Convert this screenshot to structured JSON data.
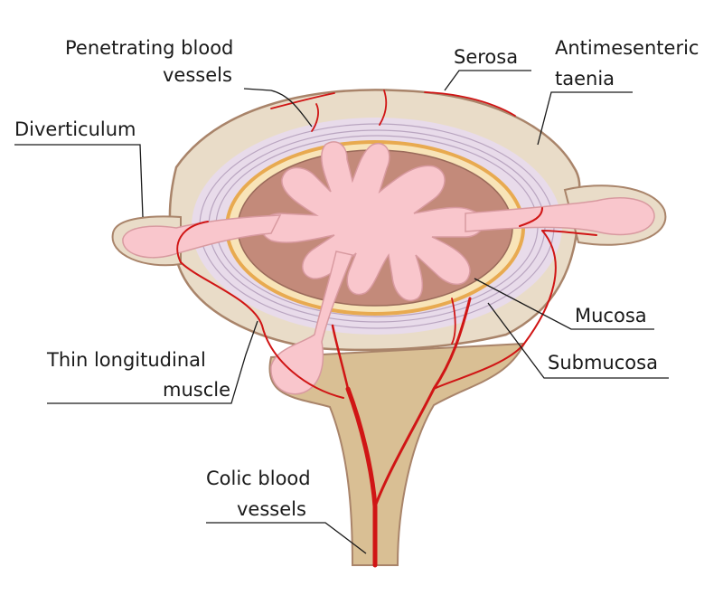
{
  "labels": {
    "penetrating_1": "Penetrating blood",
    "penetrating_2": "vessels",
    "serosa": "Serosa",
    "antimesenteric_1": "Antimesenteric",
    "antimesenteric_2": "taenia",
    "diverticulum": "Diverticulum",
    "mucosa": "Mucosa",
    "submucosa": "Submucosa",
    "thin_muscle_1": "Thin longitudinal",
    "thin_muscle_2": "muscle",
    "colic_1": "Colic blood",
    "colic_2": "vessels"
  },
  "colors": {
    "mesentery": "#d9bf94",
    "outline": "#a9846a",
    "serosa": "#e9dcc8",
    "muscle": "#e8dbea",
    "submucosa": "#f8e4b8",
    "submucosa_ring": "#e8aa50",
    "mucosa": "#c38a7a",
    "lumen": "#f9c6cc",
    "vessel": "#d01515"
  }
}
